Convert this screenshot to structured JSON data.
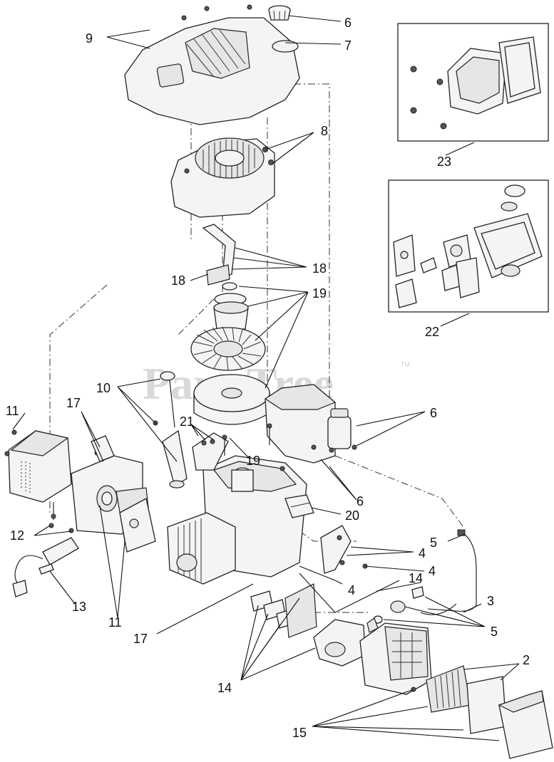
{
  "watermark": {
    "text": "PartsTree",
    "trademark": "TM"
  },
  "callouts": {
    "c2": "2",
    "c3": "3",
    "c4a": "4",
    "c4b": "4",
    "c4c": "4",
    "c5a": "5",
    "c5b": "5",
    "c6a": "6",
    "c6b": "6",
    "c6c": "6",
    "c7": "7",
    "c8": "8",
    "c9": "9",
    "c10": "10",
    "c11a": "11",
    "c11b": "11",
    "c12": "12",
    "c13": "13",
    "c14a": "14",
    "c14b": "14",
    "c15": "15",
    "c17a": "17",
    "c17b": "17",
    "c18a": "18",
    "c18b": "18",
    "c19a": "19",
    "c19b": "19",
    "c20": "20",
    "c21": "21",
    "c22": "22",
    "c23": "23"
  }
}
